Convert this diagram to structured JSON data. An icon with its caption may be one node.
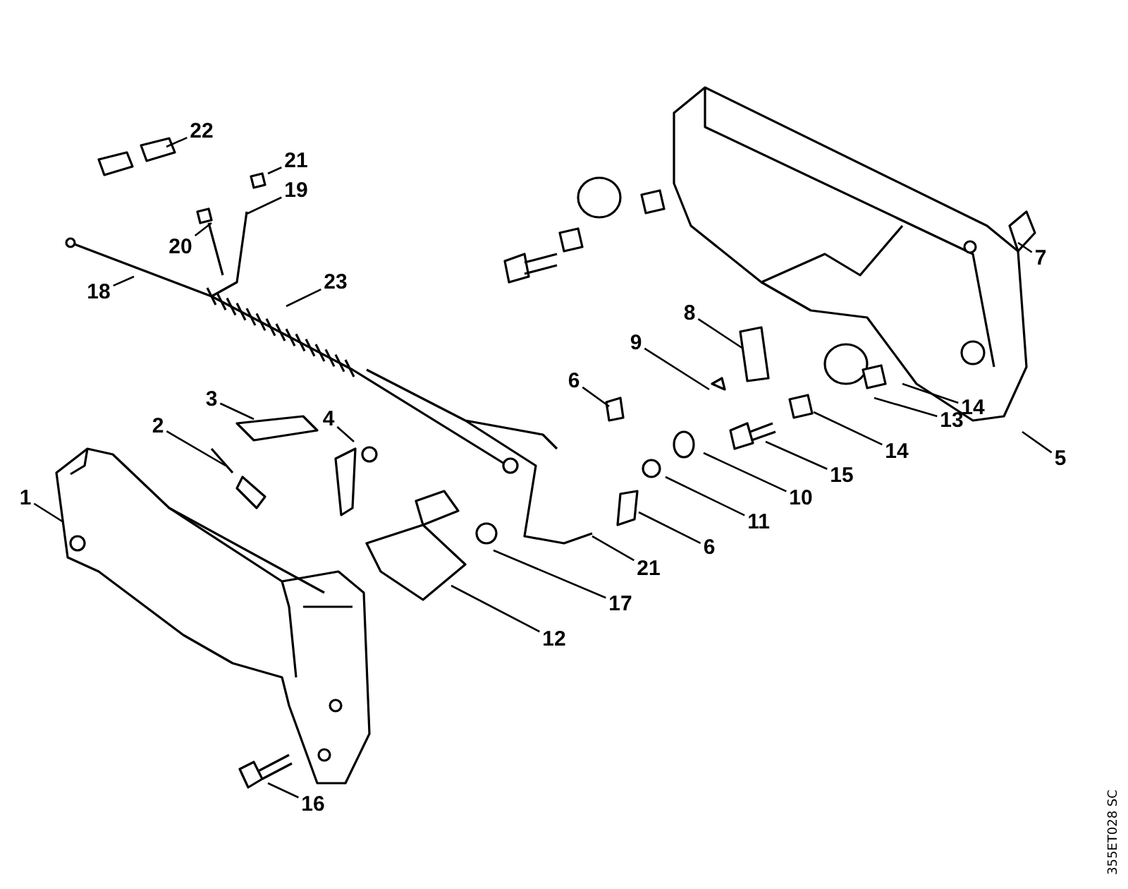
{
  "diagram": {
    "nodes": [
      {
        "text": [
          "22"
        ]
      },
      {
        "text": [
          "21"
        ]
      },
      {
        "text": [
          "19"
        ]
      },
      {
        "text": [
          "20"
        ]
      },
      {
        "text": [
          "7"
        ]
      },
      {
        "text": [
          "18"
        ]
      },
      {
        "text": [
          "23"
        ]
      },
      {
        "text": [
          "8"
        ]
      },
      {
        "text": [
          "9"
        ]
      },
      {
        "text": [
          "6"
        ]
      },
      {
        "text": [
          "3"
        ]
      },
      {
        "text": [
          "14"
        ]
      },
      {
        "text": [
          "13"
        ]
      },
      {
        "text": [
          "4"
        ]
      },
      {
        "text": [
          "2"
        ]
      },
      {
        "text": [
          "14"
        ]
      },
      {
        "text": [
          "5"
        ]
      },
      {
        "text": [
          "15"
        ]
      },
      {
        "text": [
          "10"
        ]
      },
      {
        "text": [
          "1"
        ]
      },
      {
        "text": [
          "11"
        ]
      },
      {
        "text": [
          "6"
        ]
      },
      {
        "text": [
          "21"
        ]
      },
      {
        "text": [
          "17"
        ]
      },
      {
        "text": [
          "12"
        ]
      },
      {
        "text": [
          "16"
        ]
      }
    ],
    "edges": [
      {
        "from": 0,
        "to": null,
        "arrow": "none"
      },
      {
        "from": 1,
        "to": null,
        "arrow": "none"
      },
      {
        "from": 2,
        "to": null,
        "arrow": "none"
      },
      {
        "from": 3,
        "to": null,
        "arrow": "none"
      },
      {
        "from": 4,
        "to": null,
        "arrow": "none"
      },
      {
        "from": 5,
        "to": null,
        "arrow": "none"
      },
      {
        "from": 6,
        "to": null,
        "arrow": "none"
      },
      {
        "from": 7,
        "to": null,
        "arrow": "none"
      },
      {
        "from": 8,
        "to": null,
        "arrow": "none"
      },
      {
        "from": 9,
        "to": null,
        "arrow": "none"
      },
      {
        "from": 10,
        "to": null,
        "arrow": "none"
      },
      {
        "from": 11,
        "to": null,
        "arrow": "none"
      },
      {
        "from": 12,
        "to": null,
        "arrow": "none"
      },
      {
        "from": 13,
        "to": null,
        "arrow": "none"
      },
      {
        "from": 14,
        "to": null,
        "arrow": "none"
      },
      {
        "from": 15,
        "to": null,
        "arrow": "none"
      },
      {
        "from": 16,
        "to": null,
        "arrow": "none"
      },
      {
        "from": 17,
        "to": null,
        "arrow": "none"
      },
      {
        "from": 18,
        "to": null,
        "arrow": "none"
      },
      {
        "from": 19,
        "to": null,
        "arrow": "none"
      },
      {
        "from": 20,
        "to": null,
        "arrow": "none"
      },
      {
        "from": 21,
        "to": null,
        "arrow": "none"
      },
      {
        "from": 22,
        "to": null,
        "arrow": "none"
      },
      {
        "from": 23,
        "to": null,
        "arrow": "none"
      },
      {
        "from": 24,
        "to": null,
        "arrow": "none"
      },
      {
        "from": 25,
        "to": null,
        "arrow": "none"
      }
    ],
    "labels": [
      "355ET028 SC"
    ]
  }
}
